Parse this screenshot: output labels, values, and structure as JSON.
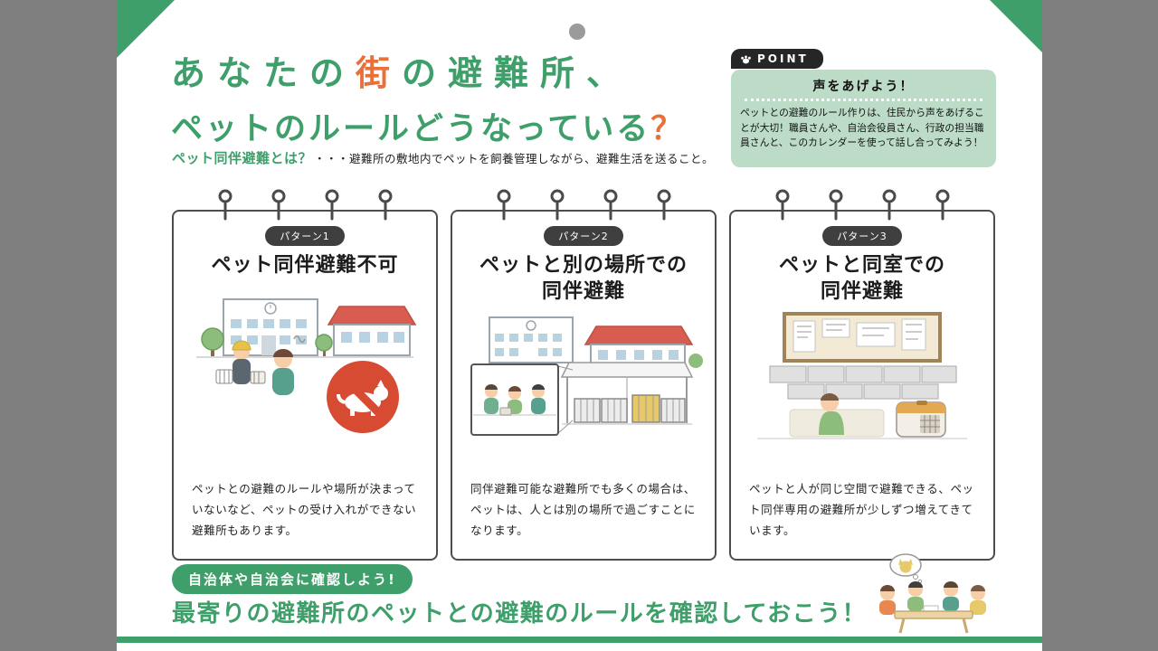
{
  "theme": {
    "green": "#3f9f6a",
    "light_green": "#bcdcc8",
    "orange": "#e8703a",
    "dark": "#262626",
    "page_gray": "#7f7f7f"
  },
  "header": {
    "title_line1_pre": "あなたの",
    "title_line1_accent": "街",
    "title_line1_post": "の避難所、",
    "title_line2_main": "ペットのルールどうなっている",
    "title_line2_accent": "？",
    "subtitle_label": "ペット同伴避難とは？",
    "subtitle_text": "・・・避難所の敷地内でペットを飼養管理しながら、避難生活を送ること。"
  },
  "point": {
    "badge_label": "POINT",
    "icon": "paw-icon",
    "heading": "声をあげよう！",
    "body": "ペットとの避難のルール作りは、住民から声をあげることが大切！職員さんや、自治会役員さん、行政の担当職員さんと、このカレンダーを使って話し合ってみよう！"
  },
  "cards": [
    {
      "badge": "パターン1",
      "title_line1": "ペット同伴避難不可",
      "title_line2": "",
      "illustration": "no-pets-illustration",
      "description": "ペットとの避難のルールや場所が決まっていないなど、ペットの受け入れができない避難所もあります。"
    },
    {
      "badge": "パターン2",
      "title_line1": "ペットと別の場所での",
      "title_line2": "同伴避難",
      "illustration": "separate-area-illustration",
      "description": "同伴避難可能な避難所でも多くの場合は、ペットは、人とは別の場所で過ごすことになります。"
    },
    {
      "badge": "パターン3",
      "title_line1": "ペットと同室での",
      "title_line2": "同伴避難",
      "illustration": "same-room-illustration",
      "description": "ペットと人が同じ空間で避難できる、ペット同伴専用の避難所が少しずつ増えてきています。"
    }
  ],
  "footer": {
    "ribbon": "自治体や自治会に確認しよう!",
    "message": "最寄りの避難所のペットとの避難のルールを確認しておこう！"
  }
}
